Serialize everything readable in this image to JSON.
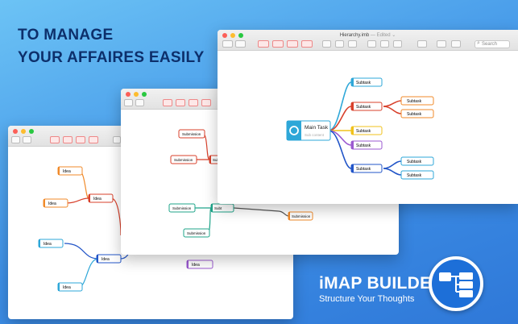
{
  "headline": {
    "line1": "TO MANAGE",
    "line2": "YOUR AFFAIRES EASILY"
  },
  "brand": {
    "name": "iMAP BUILDER",
    "tagline": "Structure Your Thoughts"
  },
  "front_window": {
    "title": "Hierarchy.imb",
    "edited": "— Edited ⌄",
    "search_placeholder": "Search",
    "main_task": "Main Task",
    "main_sub": "Sub content",
    "subtasks": [
      "Subtask",
      "Subtask",
      "Subtask",
      "Subtask",
      "Subtask"
    ],
    "grand_subtasks": [
      "Subtask",
      "Subtask",
      "Subtask",
      "Subtask"
    ]
  },
  "middle_window": {
    "submissions": [
      "Submission",
      "Submission",
      "Submission",
      "Submission"
    ],
    "sub_nodes": [
      "Subt",
      "Subt"
    ],
    "right_submission": "Submission"
  },
  "back_window": {
    "ideas": [
      "Idea",
      "Idea",
      "Idea",
      "Idea",
      "Idea"
    ],
    "idea_hubs": [
      "Idea",
      "Idea"
    ]
  },
  "colors": {
    "cyan": "#2ea7d8",
    "red": "#d8402b",
    "yellow": "#f1c21b",
    "purple": "#9b59d0",
    "blue": "#2255c8",
    "orange": "#f08a2a"
  }
}
